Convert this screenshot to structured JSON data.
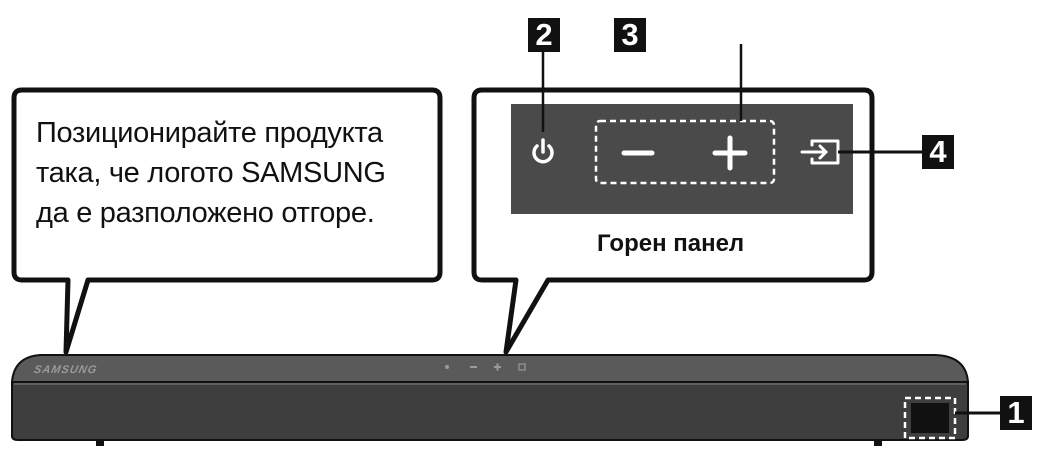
{
  "left_callout": {
    "lines": [
      "Позиционирайте продукта",
      "така, че логото SAMSUNG",
      "да е разположено отгоре."
    ]
  },
  "top_panel": {
    "caption": "Горен панел",
    "icons": [
      "power-icon",
      "volume-down-icon",
      "volume-up-icon",
      "source-input-icon"
    ]
  },
  "badges": {
    "b1": "1",
    "b2": "2",
    "b3": "3",
    "b4": "4"
  },
  "soundbar": {
    "logo": "SAMSUNG"
  },
  "colors": {
    "panel": "#4a4a4a",
    "bar_top": "#5a5a5a",
    "bar_front": "#3e3e3e",
    "outline": "#111111"
  }
}
